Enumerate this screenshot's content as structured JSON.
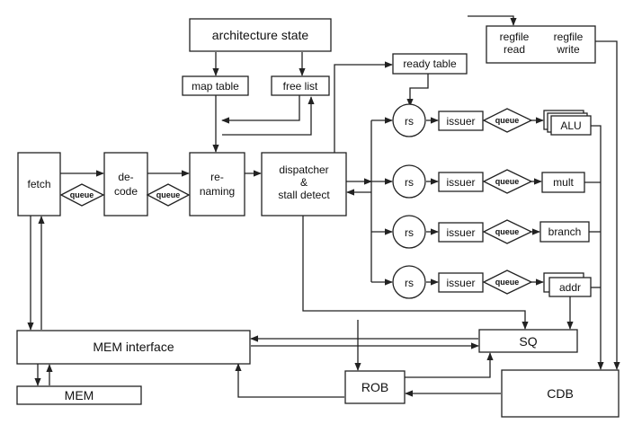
{
  "nodes": {
    "architecture_state": "architecture state",
    "map_table": "map table",
    "free_list": "free list",
    "ready_table": "ready table",
    "regfile_read": "regfile\nread",
    "regfile_write": "regfile\nwrite",
    "fetch": "fetch",
    "decode": "de-\ncode",
    "renaming": "re-\nnaming",
    "dispatcher": "dispatcher\n&\nstall detect",
    "rs": "rs",
    "issuer": "issuer",
    "queue": "queue",
    "alu": "ALU",
    "mult": "mult",
    "branch": "branch",
    "addr": "addr",
    "mem_interface": "MEM interface",
    "mem": "MEM",
    "sq": "SQ",
    "rob": "ROB",
    "cdb": "CDB"
  }
}
